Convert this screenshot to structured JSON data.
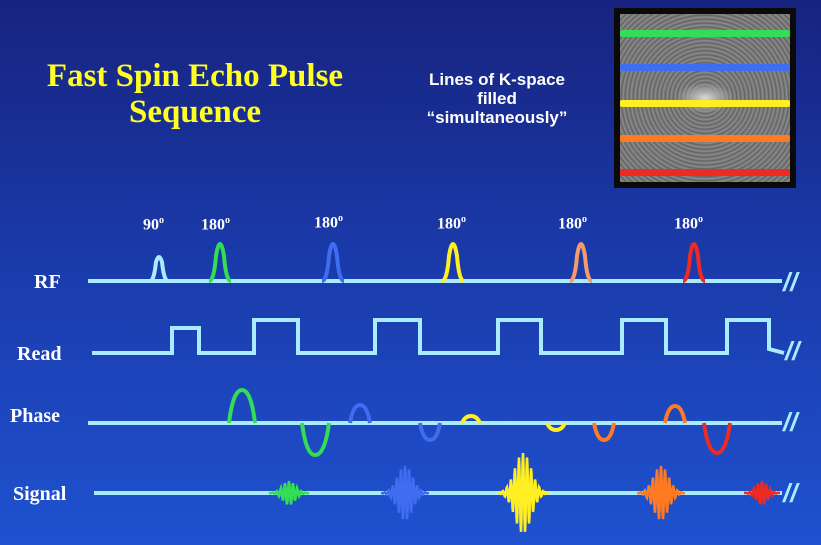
{
  "title": {
    "line1": "Fast Spin Echo Pulse",
    "line2": "Sequence"
  },
  "subtitle": {
    "line1": "Lines of K-space",
    "line2": "filled",
    "line3": "“simultaneously”"
  },
  "rows": {
    "rf": "RF",
    "read": "Read",
    "phase": "Phase",
    "signal": "Signal"
  },
  "pulses": [
    {
      "value": "90",
      "degree": "o"
    },
    {
      "value": "180",
      "degree": "o"
    },
    {
      "value": "180",
      "degree": "o"
    },
    {
      "value": "180",
      "degree": "o"
    },
    {
      "value": "180",
      "degree": "o"
    },
    {
      "value": "180",
      "degree": "o"
    }
  ],
  "break_mark": "//",
  "colors": {
    "background_top": "#17237f",
    "background_bottom": "#1f52d0",
    "title": "#ffff22",
    "waveform": "#a9ecff",
    "green": "#33dd55",
    "blue": "#3f6df0",
    "yellow": "#ffee22",
    "orange": "#ff7a22",
    "salmon": "#f59a6a",
    "red": "#ee2a22"
  },
  "kspace_lines": [
    "green",
    "blue",
    "yellow",
    "orange",
    "red"
  ]
}
